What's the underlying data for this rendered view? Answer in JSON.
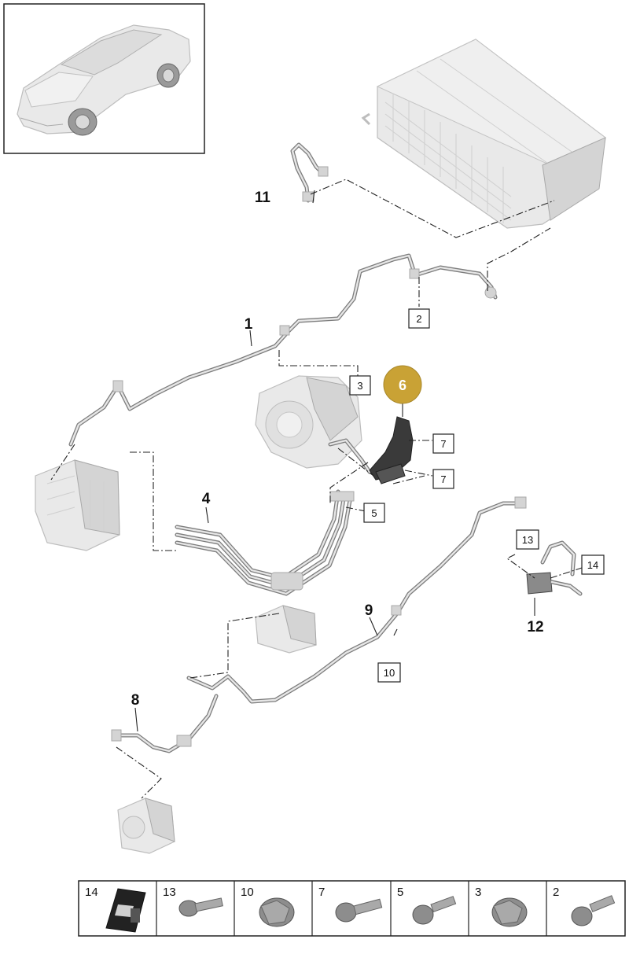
{
  "callouts": {
    "c1": "1",
    "c2": "2",
    "c3": "3",
    "c4": "4",
    "c5": "5",
    "c6": "6",
    "c7a": "7",
    "c7b": "7",
    "c8": "8",
    "c9": "9",
    "c10": "10",
    "c11": "11",
    "c12": "12",
    "c13": "13",
    "c14": "14"
  },
  "highlight_color": "#c9a235",
  "strip": [
    {
      "num": "14",
      "icon": "rubber-grommet-icon"
    },
    {
      "num": "13",
      "icon": "flange-bolt-icon"
    },
    {
      "num": "10",
      "icon": "flange-nut-icon"
    },
    {
      "num": "7",
      "icon": "hex-flange-bolt-icon"
    },
    {
      "num": "5",
      "icon": "torx-bolt-icon"
    },
    {
      "num": "3",
      "icon": "flange-nut-icon"
    },
    {
      "num": "2",
      "icon": "torx-bolt-icon"
    }
  ]
}
